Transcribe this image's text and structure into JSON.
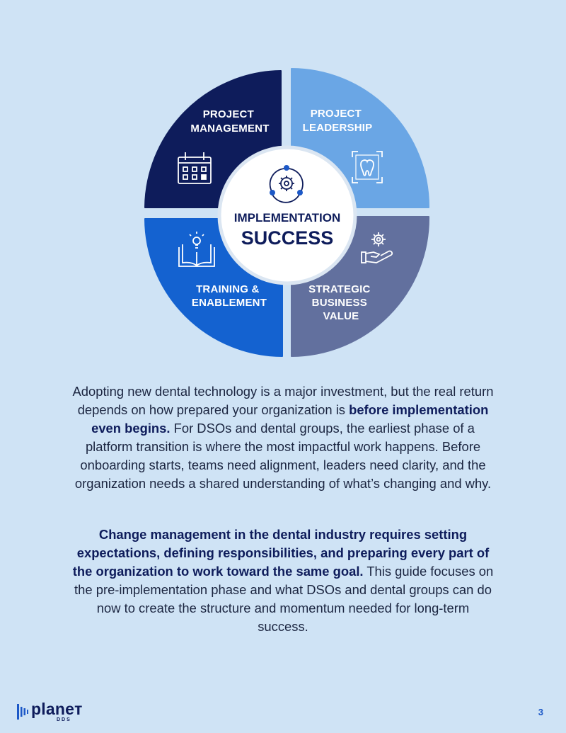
{
  "diagram": {
    "quadrants": [
      {
        "id": "project-management",
        "lines": [
          "PROJECT",
          "MANAGEMENT"
        ],
        "color": "#0e1c5b",
        "icon": "calendar-icon"
      },
      {
        "id": "project-leadership",
        "lines": [
          "PROJECT",
          "LEADERSHIP"
        ],
        "color": "#6aa6e5",
        "icon": "tooth-frame-icon"
      },
      {
        "id": "training-enablement",
        "lines": [
          "TRAINING &",
          "ENABLEMENT"
        ],
        "color": "#1462d0",
        "icon": "book-lightbulb-icon"
      },
      {
        "id": "strategic-business-value",
        "lines": [
          "STRATEGIC",
          "BUSINESS",
          "VALUE"
        ],
        "color": "#62709e",
        "icon": "hand-gear-icon"
      }
    ],
    "center": {
      "line1": "IMPLEMENTATION",
      "line2": "SUCCESS",
      "icon": "gear-cycle-icon",
      "accent": "#1c58c7"
    }
  },
  "content": {
    "para1_pre": "Adopting new dental technology is a major investment, but the real return depends on how prepared your organization is ",
    "para1_bold": "before implementation even begins.",
    "para1_post": " For DSOs and dental groups, the earliest phase of a platform transition is where the most impactful work happens. Before onboarding starts, teams need alignment, leaders need clarity, and the organization needs a shared understanding of what’s changing and why.",
    "para2_bold": "Change management in the dental industry requires setting expectations, defining responsibilities, and preparing every part of the organization to work toward the same goal.",
    "para2_post": " This guide focuses on the pre-implementation phase and what DSOs and dental groups can do now to create the structure and momentum needed for long-term success."
  },
  "footer": {
    "logo_word": "planeт",
    "logo_sub": "DDS",
    "page_number": "3",
    "accent": "#1c58c7"
  }
}
